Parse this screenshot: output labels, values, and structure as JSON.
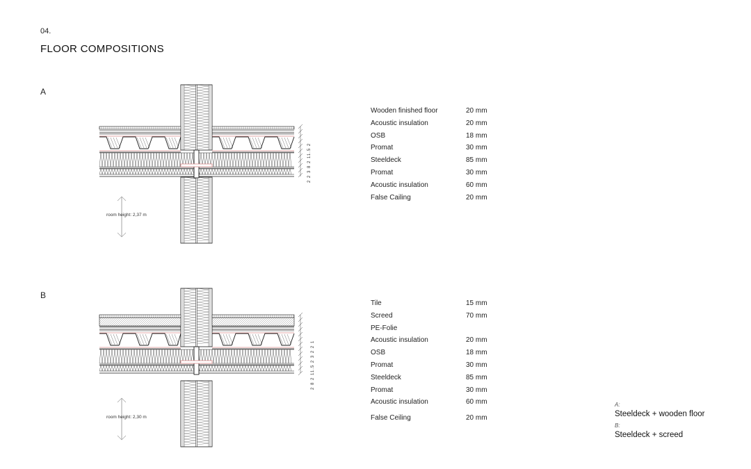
{
  "page": {
    "section_number": "04.",
    "title": "FLOOR COMPOSITIONS"
  },
  "compositions": [
    {
      "label": "A",
      "room_height": "room height: 2,37 m",
      "dimension_marks": "2 2 3 8 2 11.5 2",
      "layers": [
        {
          "name": "Wooden finished floor",
          "thickness": "20 mm"
        },
        {
          "name": "Acoustic insulation",
          "thickness": "20 mm"
        },
        {
          "name": "OSB",
          "thickness": "18 mm"
        },
        {
          "name": "Promat",
          "thickness": "30 mm"
        },
        {
          "name": "Steeldeck",
          "thickness": "85 mm"
        },
        {
          "name": "Promat",
          "thickness": "30 mm"
        },
        {
          "name": "Acoustic insulation",
          "thickness": "60 mm"
        },
        {
          "name": "False Cailing",
          "thickness": "20 mm"
        }
      ]
    },
    {
      "label": "B",
      "room_height": "room height: 2,30 m",
      "dimension_marks": "2 8 2 11.5 2 3 2 2 1",
      "layers": [
        {
          "name": "Tile",
          "thickness": "15 mm"
        },
        {
          "name": "Screed",
          "thickness": "70 mm"
        },
        {
          "name": "PE-Folie",
          "thickness": ""
        },
        {
          "name": "Acoustic insulation",
          "thickness": "20 mm"
        },
        {
          "name": "OSB",
          "thickness": "18 mm"
        },
        {
          "name": "Promat",
          "thickness": "30 mm"
        },
        {
          "name": "Steeldeck",
          "thickness": "85 mm"
        },
        {
          "name": "Promat",
          "thickness": "30 mm"
        },
        {
          "name": "Acoustic insulation",
          "thickness": "60 mm"
        },
        {
          "name": "False Ceiling",
          "thickness": "20 mm"
        }
      ]
    }
  ],
  "legend": [
    {
      "key": "A:",
      "text": "Steeldeck + wooden floor"
    },
    {
      "key": "B:",
      "text": "Steeldeck + screed"
    }
  ],
  "colors": {
    "line": "#1a1a1a",
    "promat_accent": "#d98a8a"
  }
}
